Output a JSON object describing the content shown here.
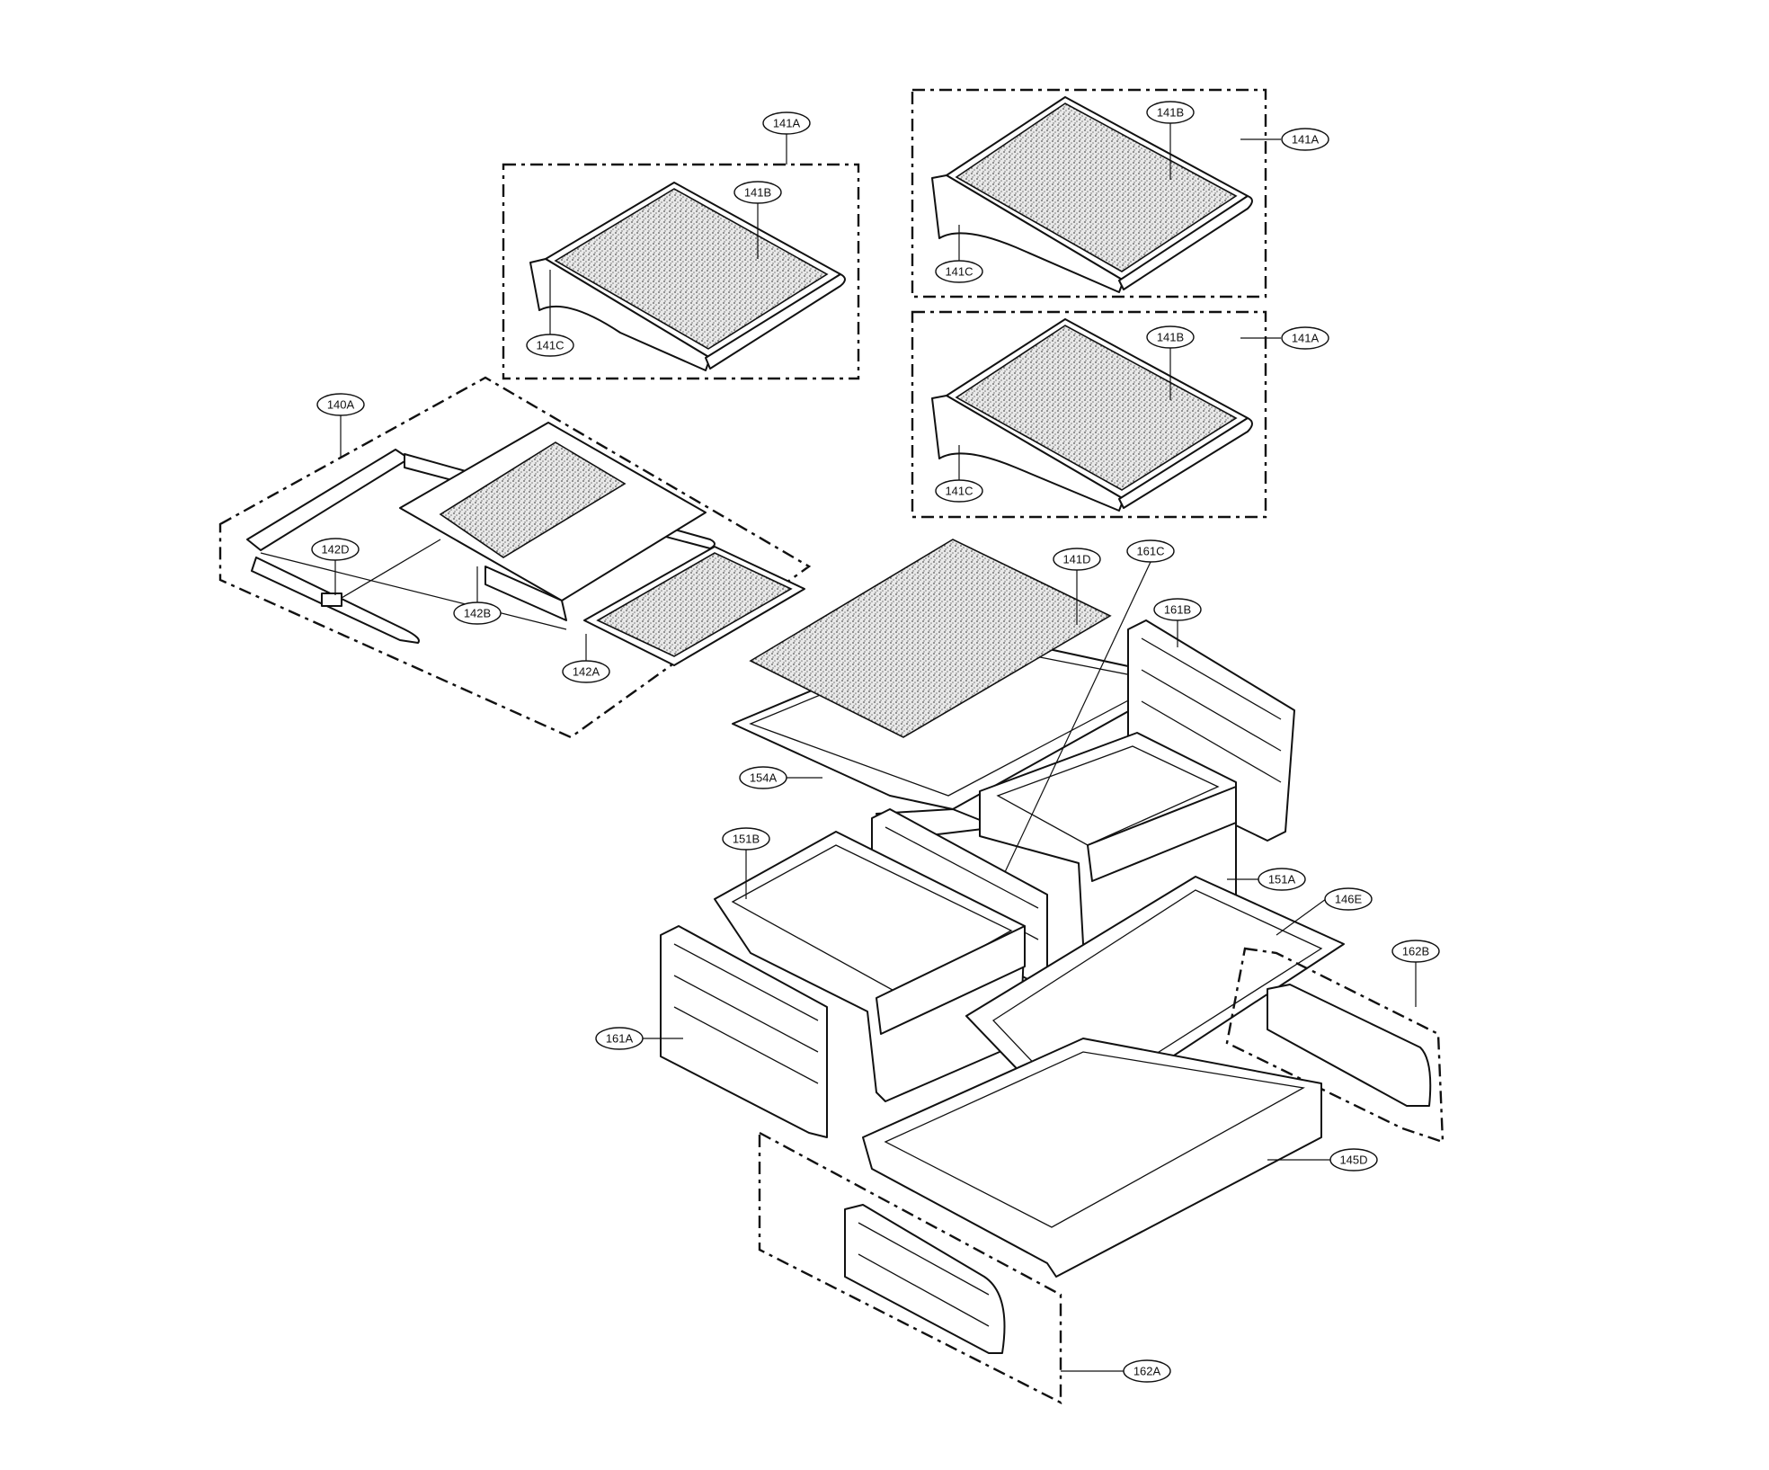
{
  "labels": {
    "l141A_1": "141A",
    "l141B_1": "141B",
    "l141C_1": "141C",
    "l141A_2": "141A",
    "l141B_2": "141B",
    "l141C_2": "141C",
    "l141A_3": "141A",
    "l141B_3": "141B",
    "l141C_3": "141C",
    "l140A": "140A",
    "l142D": "142D",
    "l142B": "142B",
    "l142A": "142A",
    "l141D": "141D",
    "l161C": "161C",
    "l161B": "161B",
    "l154A": "154A",
    "l151B": "151B",
    "l151A": "151A",
    "l146E": "146E",
    "l162B": "162B",
    "l161A": "161A",
    "l145D": "145D",
    "l162A": "162A"
  }
}
